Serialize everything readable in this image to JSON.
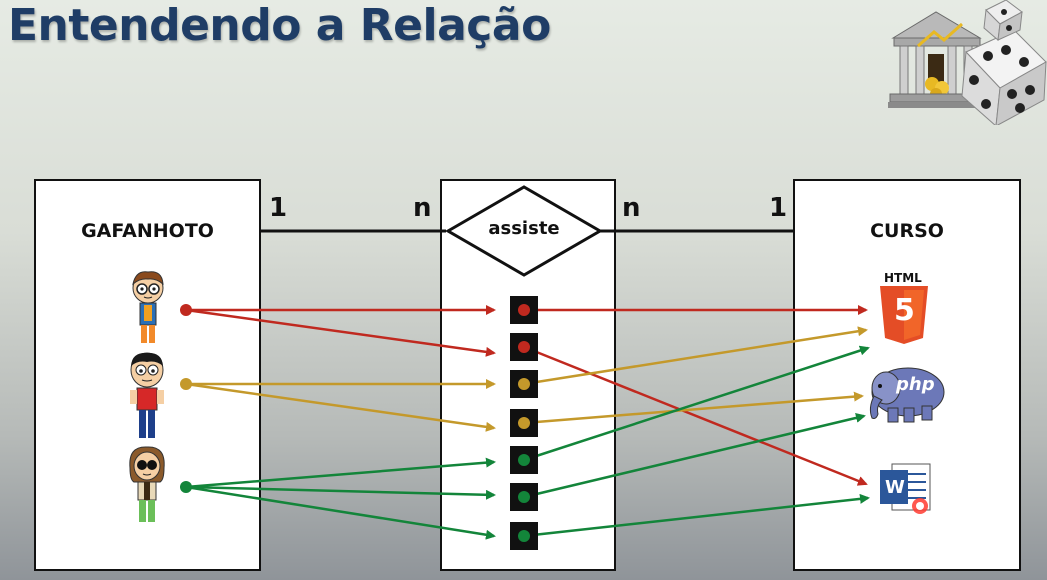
{
  "title": "Entendendo a Relação",
  "entities": {
    "left": "GAFANHOTO",
    "middle": "assiste",
    "right": "CURSO"
  },
  "cardinality": {
    "left_1": "1",
    "mid_left_n": "n",
    "mid_right_n": "n",
    "right_1": "1"
  },
  "courses": {
    "html_caption": "HTML",
    "html_number": "5",
    "php_text": "php",
    "word_letter": "W"
  },
  "colors": {
    "title": "#1f3d66",
    "red": "#c0291f",
    "gold": "#c4992b",
    "green": "#13853a"
  },
  "links": [
    {
      "from": "gafanhoto-1",
      "color": "red",
      "square": 1,
      "course": "html"
    },
    {
      "from": "gafanhoto-1",
      "color": "red",
      "square": 2,
      "course": "word"
    },
    {
      "from": "gafanhoto-2",
      "color": "gold",
      "square": 3,
      "course": "html"
    },
    {
      "from": "gafanhoto-2",
      "color": "gold",
      "square": 4,
      "course": "php"
    },
    {
      "from": "gafanhoto-3",
      "color": "green",
      "square": 5,
      "course": "html"
    },
    {
      "from": "gafanhoto-3",
      "color": "green",
      "square": 6,
      "course": "php"
    },
    {
      "from": "gafanhoto-3",
      "color": "green",
      "square": 7,
      "course": "word"
    }
  ]
}
